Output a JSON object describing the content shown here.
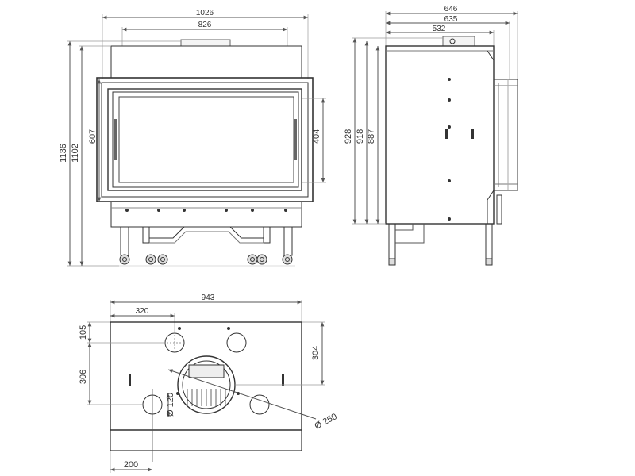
{
  "front_view": {
    "width_outer": "1026",
    "width_inner": "826",
    "height_total": "1136",
    "height_body": "1102",
    "glass_height": "607",
    "glass_inner_height": "404"
  },
  "side_view": {
    "depth_total": "646",
    "depth_mid": "635",
    "depth_body": "532",
    "height_a": "928",
    "height_b": "918",
    "height_c": "887"
  },
  "top_view": {
    "width": "943",
    "offset_x": "320",
    "offset_top": "105",
    "depth": "304",
    "spacing_y": "306",
    "inlet_diameter": "Ø 120",
    "flue_diameter": "Ø 250",
    "offset_bottom": "200"
  },
  "colors": {
    "line": "#333333",
    "dim_line": "#555555",
    "light_line": "#9a9a9a",
    "fill_light": "#eeeeee"
  }
}
